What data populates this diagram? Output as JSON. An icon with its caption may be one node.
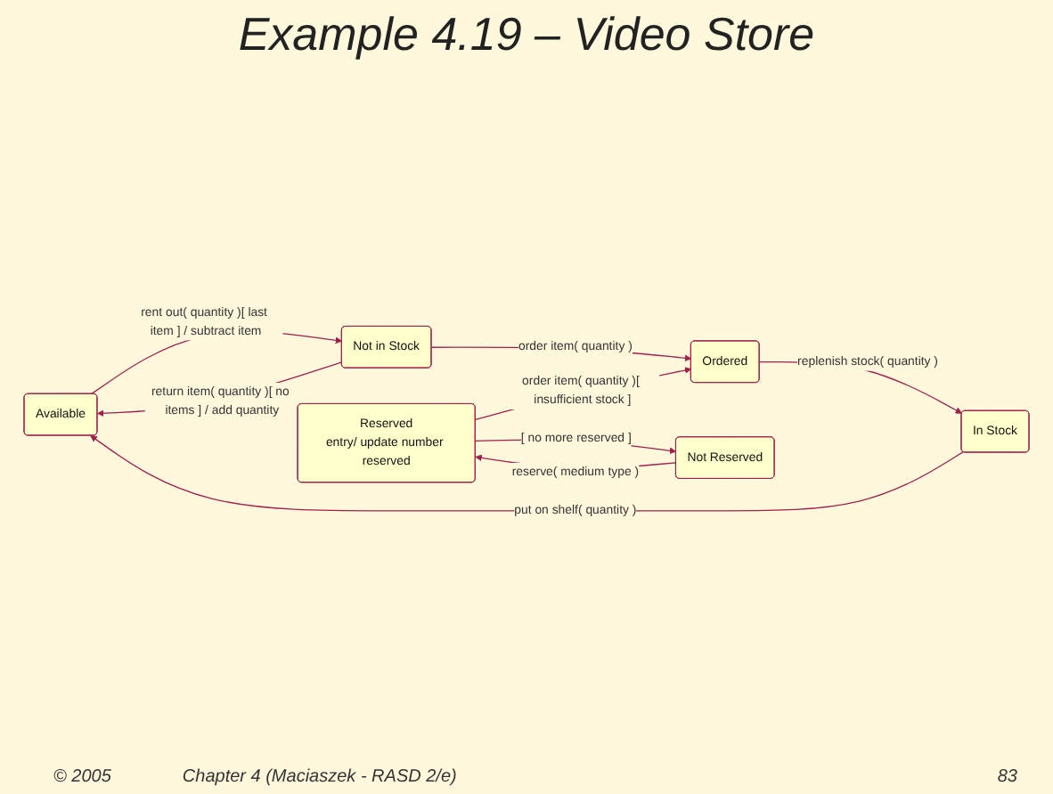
{
  "diagram": {
    "title": "Example 4.19 – Video Store",
    "nodes": [
      {
        "text": [
          "Available"
        ]
      },
      {
        "text": [
          "Not in Stock"
        ]
      },
      {
        "text": [
          "In Stock"
        ]
      },
      {
        "text": [
          "Ordered"
        ]
      },
      {
        "text": [
          "Reserved",
          "entry/ update number reserved"
        ]
      },
      {
        "text": [
          "Not Reserved"
        ]
      }
    ],
    "edges": [
      {
        "from": 0,
        "to": 1,
        "arrow": "to",
        "label": "rent out( quantity )[ last item ] / subtract item"
      },
      {
        "from": 1,
        "to": 0,
        "arrow": "to",
        "label": "return item( quantity )[ no items ] / add quantity"
      },
      {
        "from": 1,
        "to": 3,
        "arrow": "to",
        "label": "order item( quantity )"
      },
      {
        "from": 3,
        "to": 2,
        "arrow": "to",
        "label": "replenish stock( quantity )"
      },
      {
        "from": 2,
        "to": 0,
        "arrow": "to",
        "label": "put on shelf( quantity )"
      },
      {
        "from": 4,
        "to": 3,
        "arrow": "to",
        "label": "order item( quantity )[ insufficient stock ]"
      },
      {
        "from": 4,
        "to": 5,
        "arrow": "to",
        "label": "[ no more reserved ]"
      },
      {
        "from": 5,
        "to": 4,
        "arrow": "to",
        "label": "reserve( medium type )"
      }
    ],
    "labels": [
      "© 2005",
      "Chapter 4 (Maciaszek - RASD 2/e)",
      "83"
    ]
  }
}
